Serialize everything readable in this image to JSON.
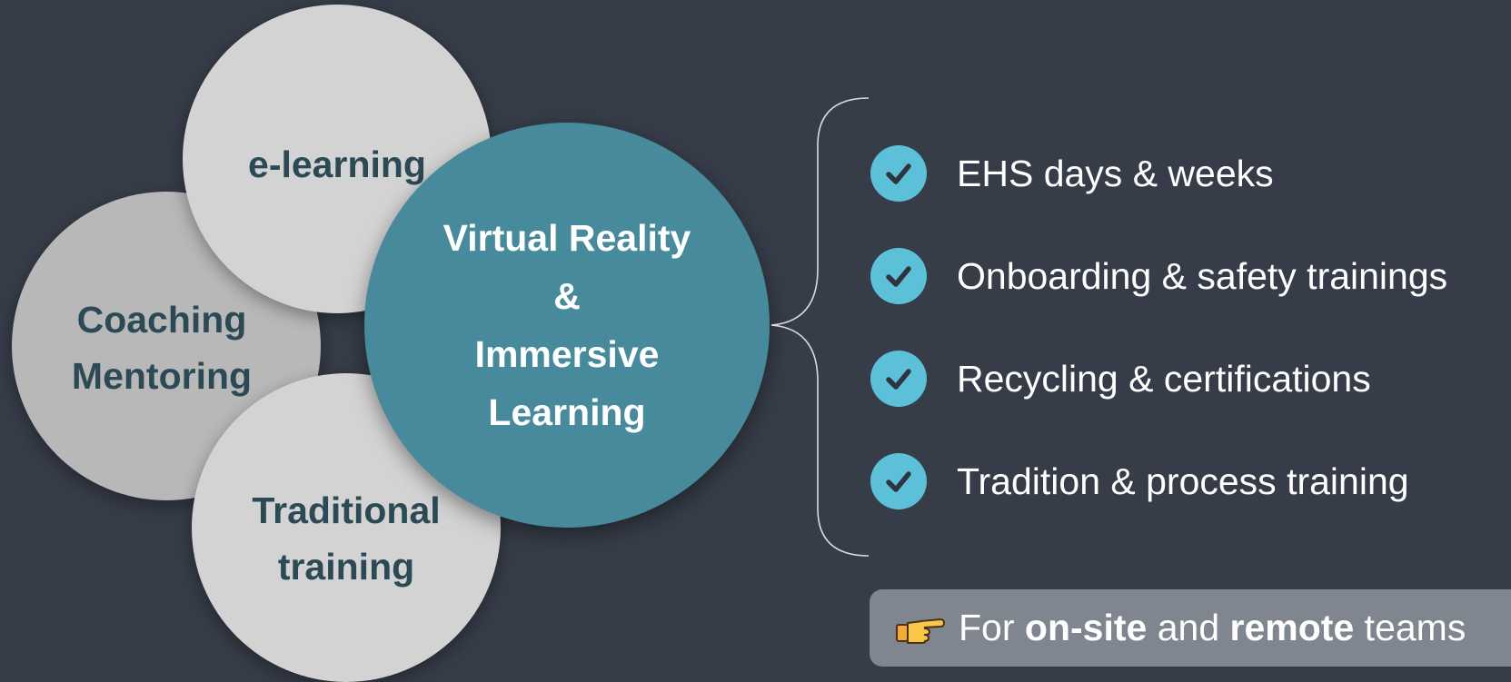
{
  "diagram": {
    "circles": {
      "elearning": {
        "label": "e-learning"
      },
      "coaching": {
        "line1": "Coaching",
        "line2": "Mentoring"
      },
      "traditional": {
        "line1": "Traditional",
        "line2": "training"
      },
      "vr": {
        "line1": "Virtual Reality",
        "line2": "&",
        "line3": "Immersive",
        "line4": "Learning"
      }
    },
    "checklist": [
      {
        "label": "EHS days & weeks"
      },
      {
        "label": "Onboarding & safety trainings"
      },
      {
        "label": "Recycling & certifications"
      },
      {
        "label": "Tradition & process training"
      }
    ],
    "banner": {
      "icon": "pointing-hand-icon",
      "prefix": "For",
      "bold1": "on-site",
      "middle": "and",
      "bold2": "remote",
      "suffix": "teams"
    }
  },
  "colors": {
    "background": "#363c48",
    "circle_light": "#d3d3d3",
    "circle_mid": "#b8b8b8",
    "circle_accent": "#468a9c",
    "circle_text": "#2c4a55",
    "check": "#5bc0d8",
    "banner": "#80868f"
  }
}
